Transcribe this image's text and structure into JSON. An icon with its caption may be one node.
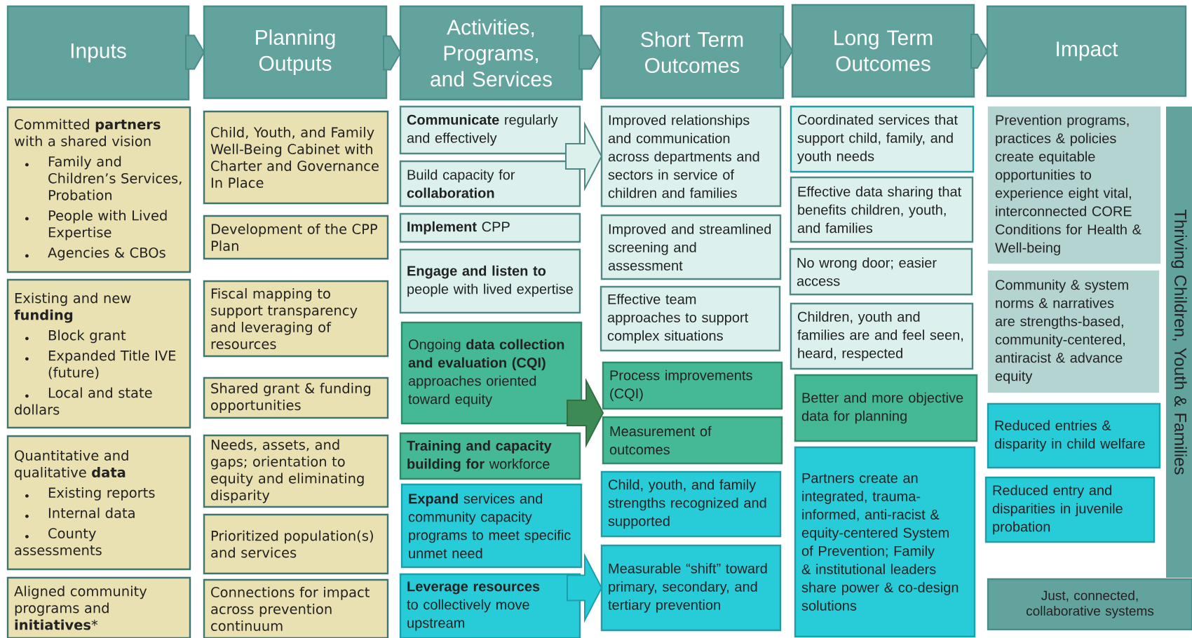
{
  "diagram": {
    "nodes": [
      {
        "text": [
          "Inputs"
        ]
      },
      {
        "text": [
          "Planning Outputs"
        ]
      },
      {
        "text": [
          "Activities, Programs, and Services"
        ]
      },
      {
        "text": [
          "Short Term Outcomes"
        ]
      },
      {
        "text": [
          "Long Term Outcomes"
        ]
      },
      {
        "text": [
          "Impact"
        ]
      },
      {
        "text": [
          "Committed **partners** with a shared vision",
          "Family and Children’s Services, Probation",
          "People with Lived Expertise",
          "Agencies & CBOs"
        ]
      },
      {
        "text": [
          "Existing and new **funding**",
          "Block grant",
          "Expanded Title IVE (future)",
          "Local and state dollars"
        ]
      },
      {
        "text": [
          "Quantitative and qualitative **data**",
          "Existing reports",
          "Internal data",
          "County assessments"
        ]
      },
      {
        "text": [
          "Aligned community programs and **initiatives***"
        ]
      },
      {
        "text": [
          "Child, Youth, and Family Well-Being Cabinet with Charter and Governance In Place"
        ]
      },
      {
        "text": [
          "Development of the CPP Plan"
        ]
      },
      {
        "text": [
          "Fiscal mapping to support transparency and leveraging of resources"
        ]
      },
      {
        "text": [
          "Shared grant & funding opportunities"
        ]
      },
      {
        "text": [
          "Needs, assets, and gaps; orientation to equity and eliminating disparity"
        ]
      },
      {
        "text": [
          "Prioritized population(s) and services"
        ]
      },
      {
        "text": [
          "Connections for impact across prevention continuum"
        ]
      },
      {
        "text": [
          "**Communicate** regularly and effectively"
        ]
      },
      {
        "text": [
          "Build capacity for **collaboration**"
        ]
      },
      {
        "text": [
          "**Implement** CPP"
        ]
      },
      {
        "text": [
          "**Engage and listen to** people with lived expertise"
        ]
      },
      {
        "text": [
          "Ongoing **data collection and evaluation (CQI)** approaches oriented toward equity"
        ]
      },
      {
        "text": [
          "**Training and capacity building for** workforce"
        ]
      },
      {
        "text": [
          "**Expand** services and community capacity programs to meet specific unmet need"
        ]
      },
      {
        "text": [
          "**Leverage resources** to collectively move upstream"
        ]
      },
      {
        "text": [
          "Improved relationships and communication across departments and sectors in service of children and families"
        ]
      },
      {
        "text": [
          "Improved and streamlined screening and assessment"
        ]
      },
      {
        "text": [
          "Effective team approaches to support complex situations"
        ]
      },
      {
        "text": [
          "Process improvements (CQI)"
        ]
      },
      {
        "text": [
          "Measurement of outcomes"
        ]
      },
      {
        "text": [
          "Child, youth, and family strengths recognized and supported"
        ]
      },
      {
        "text": [
          "Measurable “shift” toward primary, secondary, and tertiary prevention"
        ]
      },
      {
        "text": [
          "Coordinated services that support child, family, and youth needs"
        ]
      },
      {
        "text": [
          "Effective data sharing that benefits children, youth, and families"
        ]
      },
      {
        "text": [
          "No wrong door; easier access"
        ]
      },
      {
        "text": [
          "Children, youth and families are and feel seen, heard, respected"
        ]
      },
      {
        "text": [
          "Better and more objective data for planning"
        ]
      },
      {
        "text": [
          "Partners create an integrated, trauma-informed, anti-racist & equity-centered System of Prevention; Family & institutional leaders share power & co-design solutions"
        ]
      },
      {
        "text": [
          "Prevention programs, practices & policies create equitable opportunities to experience eight vital, interconnected CORE Conditions for Health & Well-being"
        ]
      },
      {
        "text": [
          "Community & system norms & narratives are strengths-based, community-centered, antiracist & advance equity"
        ]
      },
      {
        "text": [
          "Reduced entries & disparity in child welfare"
        ]
      },
      {
        "text": [
          "Reduced entry and disparities in juvenile probation"
        ]
      },
      {
        "text": [
          "Thriving Children, Youth & Families"
        ]
      },
      {
        "text": [
          "Just, connected, collaborative systems"
        ]
      }
    ],
    "edges": [
      {
        "from": 0,
        "to": 1,
        "arrow": "to"
      },
      {
        "from": 1,
        "to": 2,
        "arrow": "to"
      },
      {
        "from": 2,
        "to": 3,
        "arrow": "to"
      },
      {
        "from": 3,
        "to": 4,
        "arrow": "to"
      },
      {
        "from": 4,
        "to": 5,
        "arrow": "to"
      },
      {
        "from": 17,
        "to": 25,
        "arrow": "to",
        "color": "#dcf0ec"
      },
      {
        "from": 18,
        "to": 25,
        "arrow": "to",
        "color": "#dcf0ec"
      },
      {
        "from": 21,
        "to": 28,
        "arrow": "to",
        "color": "#3e8a55"
      },
      {
        "from": 21,
        "to": 29,
        "arrow": "to",
        "color": "#3e8a55"
      },
      {
        "from": 22,
        "to": 28,
        "arrow": "to",
        "color": "#3e8a55"
      },
      {
        "from": 22,
        "to": 29,
        "arrow": "to",
        "color": "#3e8a55"
      },
      {
        "from": 23,
        "to": 31,
        "arrow": "to",
        "color": "#26cbd8"
      },
      {
        "from": 24,
        "to": 31,
        "arrow": "to",
        "color": "#26cbd8"
      }
    ]
  }
}
